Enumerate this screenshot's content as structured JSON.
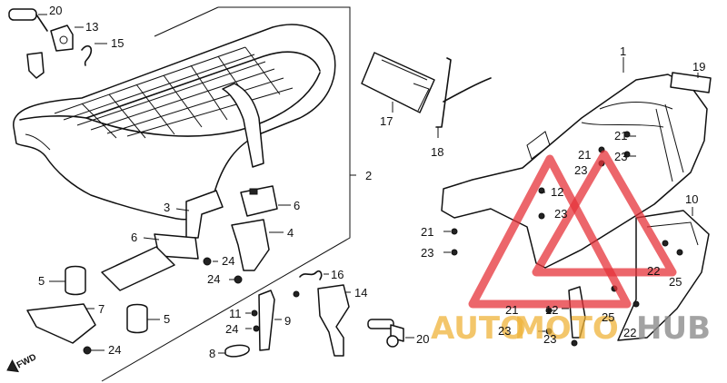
{
  "callouts": [
    {
      "id": "n20a",
      "text": "20"
    },
    {
      "id": "n13",
      "text": "13"
    },
    {
      "id": "n15",
      "text": "15"
    },
    {
      "id": "n2",
      "text": "2"
    },
    {
      "id": "n3",
      "text": "3"
    },
    {
      "id": "n6a",
      "text": "6"
    },
    {
      "id": "n6b",
      "text": "6"
    },
    {
      "id": "n4",
      "text": "4"
    },
    {
      "id": "n24a",
      "text": "24"
    },
    {
      "id": "n24b",
      "text": "24"
    },
    {
      "id": "n5a",
      "text": "5"
    },
    {
      "id": "n7",
      "text": "7"
    },
    {
      "id": "n5b",
      "text": "5"
    },
    {
      "id": "n24c",
      "text": "24"
    },
    {
      "id": "n16",
      "text": "16"
    },
    {
      "id": "n14",
      "text": "14"
    },
    {
      "id": "n11",
      "text": "11"
    },
    {
      "id": "n24d",
      "text": "24"
    },
    {
      "id": "n9",
      "text": "9"
    },
    {
      "id": "n8",
      "text": "8"
    },
    {
      "id": "n20b",
      "text": "20"
    },
    {
      "id": "n17",
      "text": "17"
    },
    {
      "id": "n18",
      "text": "18"
    },
    {
      "id": "n1",
      "text": "1"
    },
    {
      "id": "n19",
      "text": "19"
    },
    {
      "id": "n21a",
      "text": "21"
    },
    {
      "id": "n21b",
      "text": "21"
    },
    {
      "id": "n23a",
      "text": "23"
    },
    {
      "id": "n23b",
      "text": "23"
    },
    {
      "id": "n12a",
      "text": "12"
    },
    {
      "id": "n23c",
      "text": "23"
    },
    {
      "id": "n21c",
      "text": "21"
    },
    {
      "id": "n23d",
      "text": "23"
    },
    {
      "id": "n10",
      "text": "10"
    },
    {
      "id": "n22a",
      "text": "22"
    },
    {
      "id": "n25a",
      "text": "25"
    },
    {
      "id": "n21d",
      "text": "21"
    },
    {
      "id": "n12b",
      "text": "12"
    },
    {
      "id": "n23e",
      "text": "23"
    },
    {
      "id": "n25b",
      "text": "25"
    },
    {
      "id": "n23f",
      "text": "23"
    },
    {
      "id": "n22b",
      "text": "22"
    }
  ],
  "fwd_label": "FWD",
  "watermark": {
    "part1": "AUTO",
    "part2": "MOTO",
    "part3": "HUB"
  },
  "colors": {
    "watermark_red": "#e6333a",
    "watermark_gold": "#f0b43a",
    "watermark_gray": "#8d8d8d"
  }
}
